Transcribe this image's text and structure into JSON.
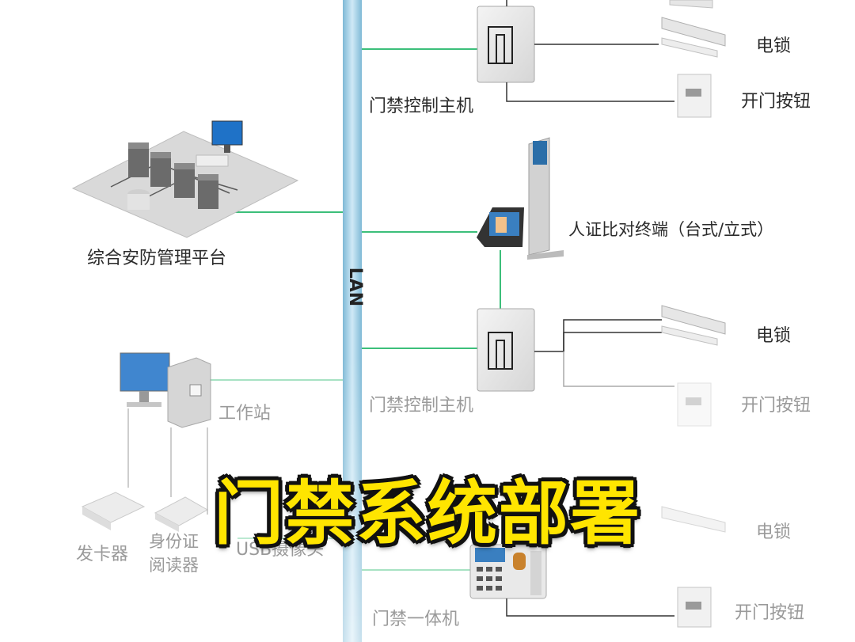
{
  "labels": {
    "lan": "LAN",
    "platform": "综合安防管理平台",
    "controller1": "门禁控制主机",
    "electric_lock1": "电锁",
    "exit_button1": "开门按钮",
    "terminal": "人证比对终端（台式/立式）",
    "controller2": "门禁控制主机",
    "electric_lock2": "电锁",
    "exit_button2": "开门按钮",
    "workstation": "工作站",
    "card_issuer": "发卡器",
    "id_reader_line1": "身份证",
    "id_reader_line2": "阅读器",
    "usb_camera": "USB摄像头",
    "electric_lock3": "电锁",
    "all_in_one": "门禁一体机",
    "exit_button3": "开门按钮"
  },
  "title": "门禁系统部署",
  "colors": {
    "lan_bus": "#9fd0e8",
    "link": "#3cbf7a",
    "wire": "#333333",
    "title_fill": "#ffe500",
    "title_stroke": "#111111"
  }
}
